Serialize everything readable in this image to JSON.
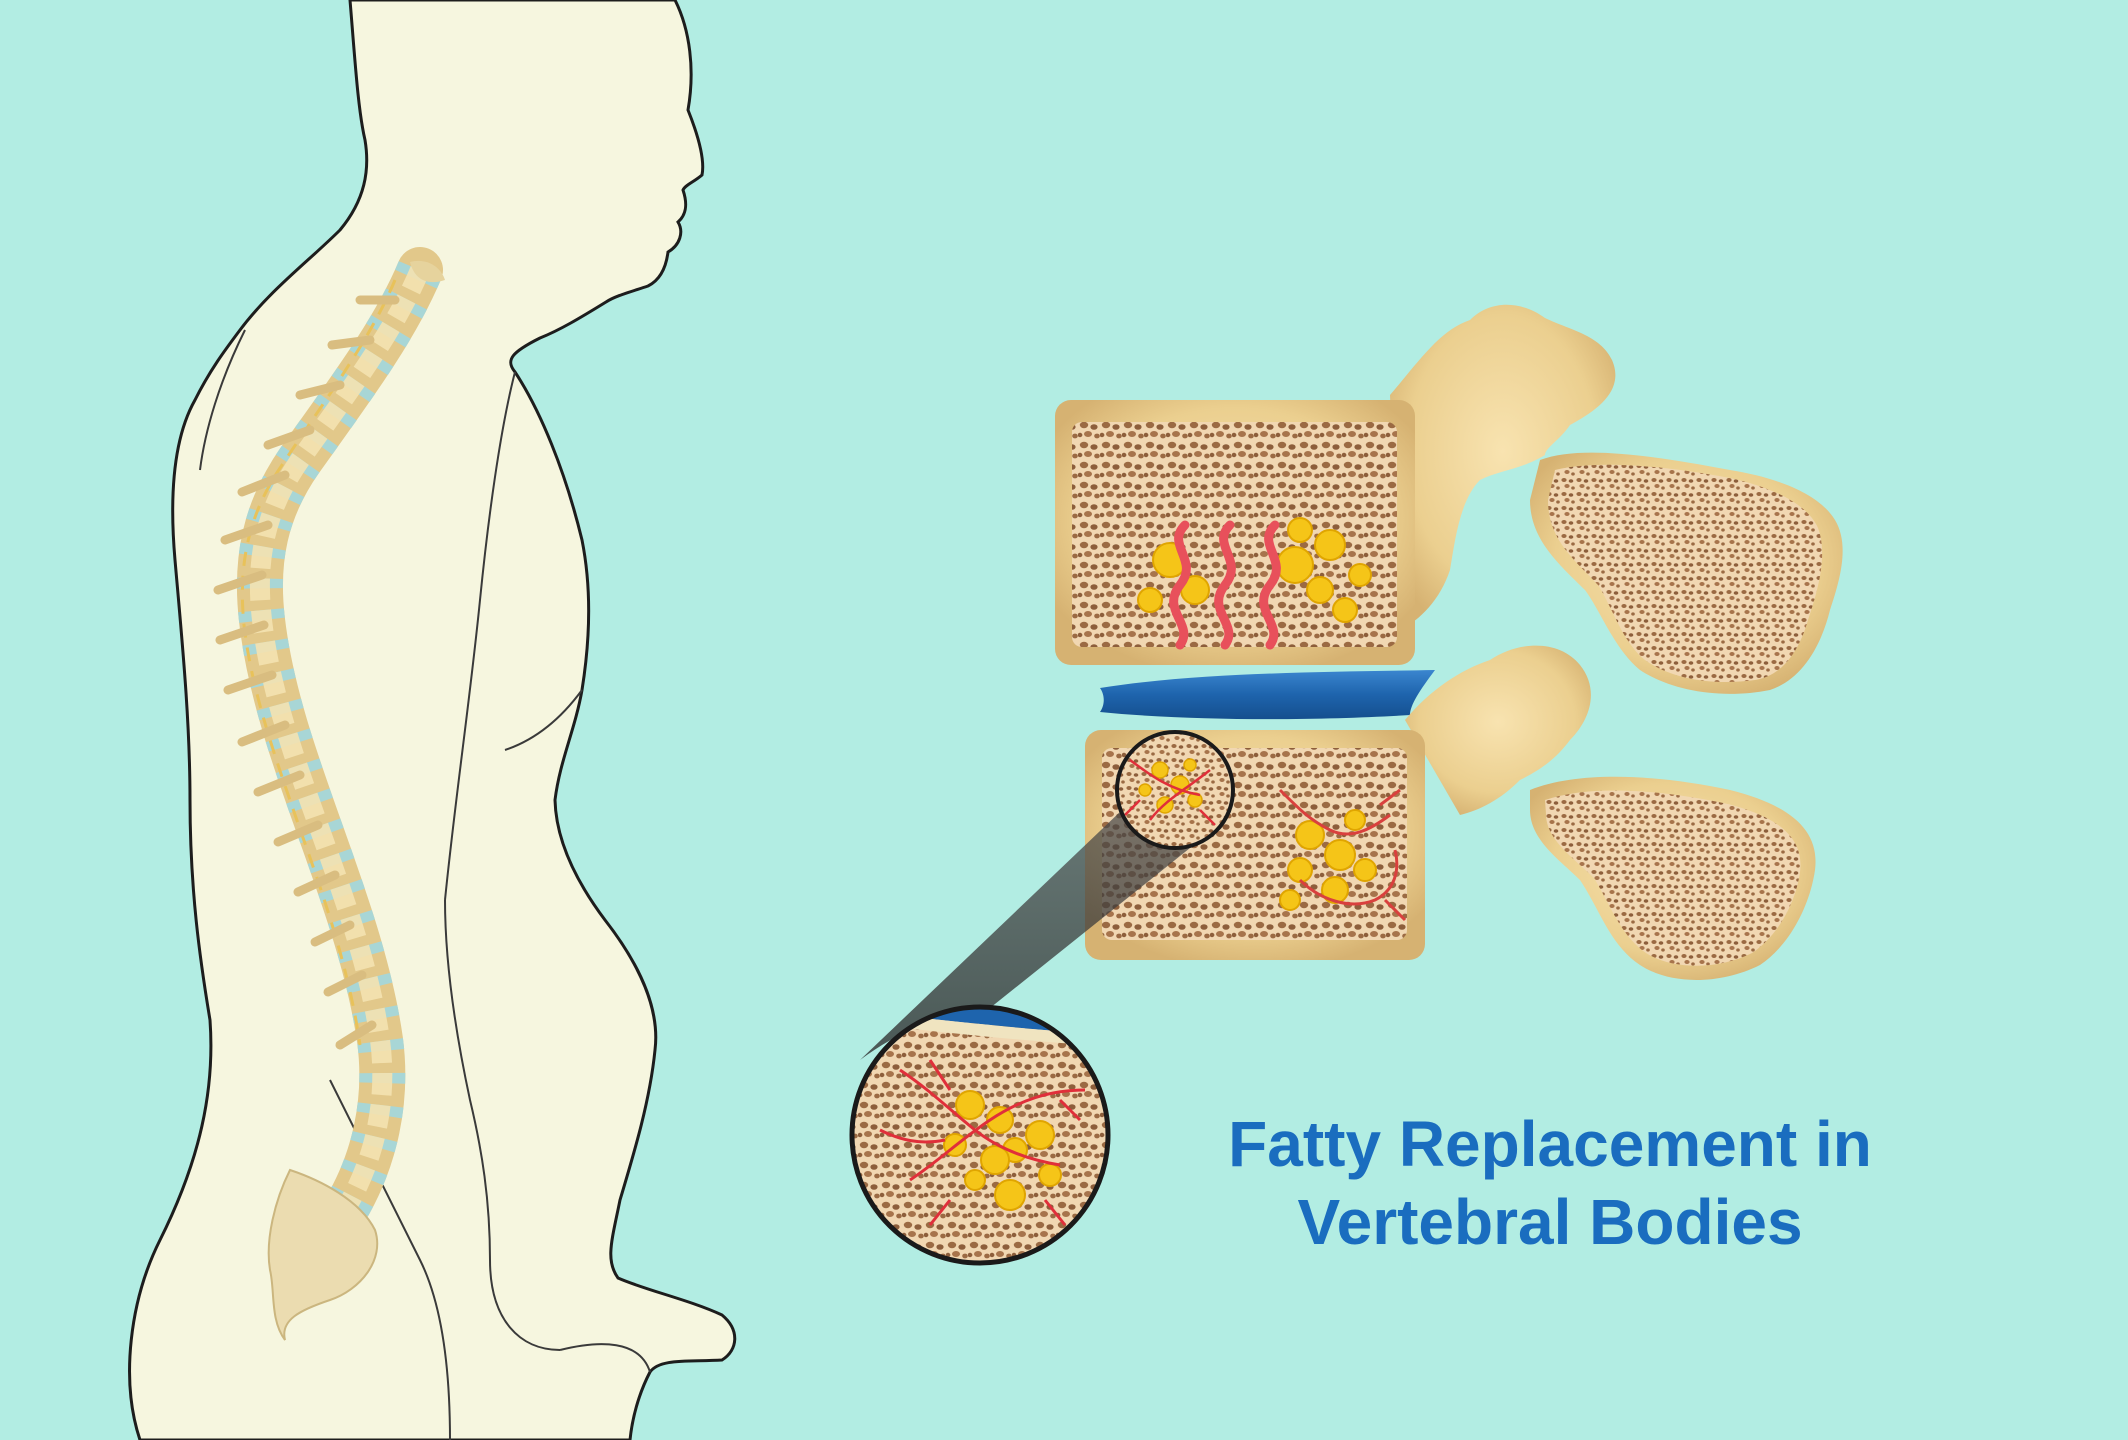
{
  "caption": {
    "line1": "Fatty Replacement in",
    "line2": "Vertebral Bodies"
  },
  "colors": {
    "background": "#b2ede3",
    "body_fill": "#f6f6df",
    "bone": "#ebcf8f",
    "marrow": "#dcb48d",
    "disc": "#1e64ad",
    "fat": "#f5c518",
    "vessel": "#e8505b",
    "caption_text": "#1a6dbf"
  },
  "icons": [
    "human-silhouette",
    "spine",
    "vertebra",
    "intervertebral-disc",
    "magnifier-lens"
  ]
}
